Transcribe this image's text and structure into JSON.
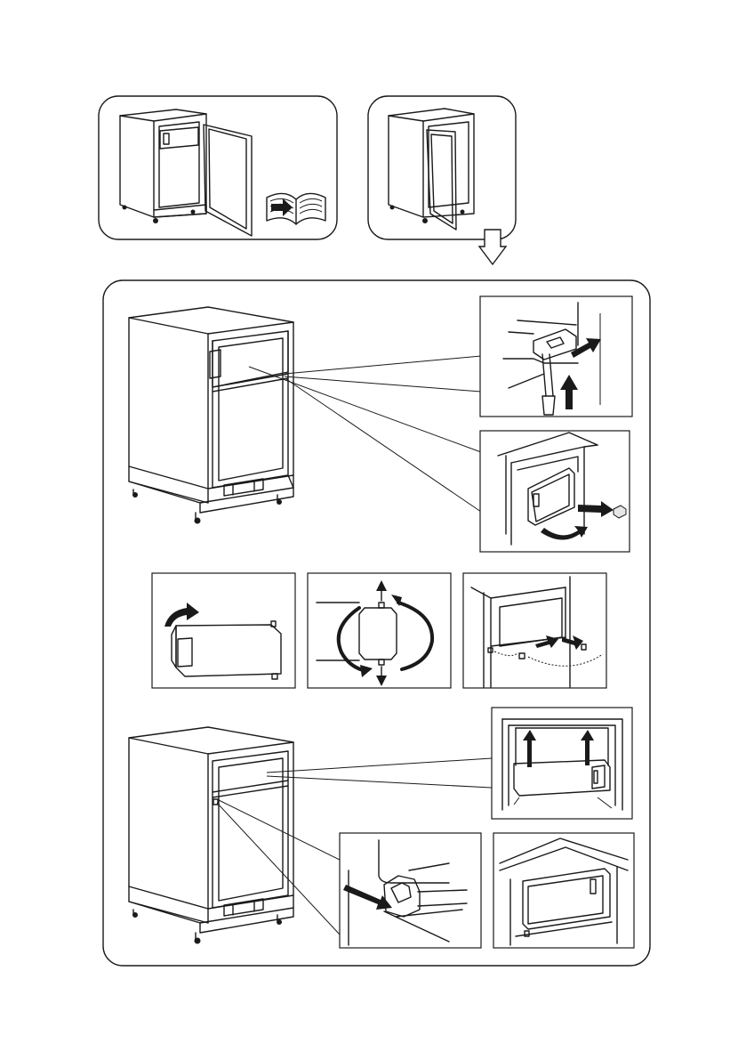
{
  "colors": {
    "line": "#1a1a1a",
    "background": "#ffffff",
    "fill_light": "#e6e6e6"
  },
  "steps": [
    {
      "id": "step-1",
      "icon": "refer-to-manual-book-icon"
    },
    {
      "id": "step-2",
      "icon": "open-door-icon"
    },
    {
      "id": "step-3",
      "icon": "remove-freezer-compartment-icon"
    },
    {
      "id": "step-4",
      "icon": "reverse-freezer-door-icon"
    },
    {
      "id": "step-5",
      "icon": "refit-freezer-compartment-icon"
    }
  ]
}
